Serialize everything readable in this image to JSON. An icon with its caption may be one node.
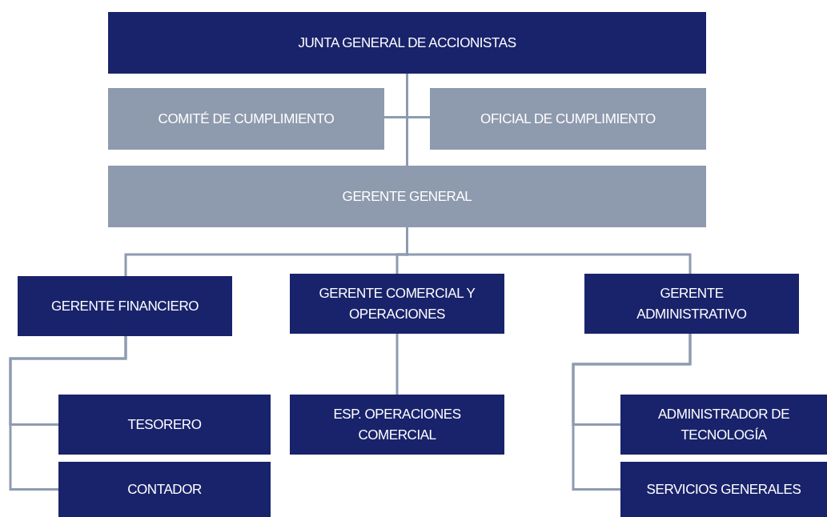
{
  "diagram": {
    "nodes": [
      {
        "text": [
          "JUNTA GENERAL DE ACCIONISTAS"
        ]
      },
      {
        "text": [
          "COMITÉ DE CUMPLIMIENTO"
        ]
      },
      {
        "text": [
          "OFICIAL DE CUMPLIMIENTO"
        ]
      },
      {
        "text": [
          "GERENTE GENERAL"
        ]
      },
      {
        "text": [
          "GERENTE FINANCIERO"
        ]
      },
      {
        "text": [
          "GERENTE COMERCIAL Y OPERACIONES"
        ]
      },
      {
        "text": [
          "GERENTE ADMINISTRATIVO"
        ]
      },
      {
        "text": [
          "TESORERO"
        ]
      },
      {
        "text": [
          "CONTADOR"
        ]
      },
      {
        "text": [
          "ESP. OPERACIONES COMERCIAL"
        ]
      },
      {
        "text": [
          "ADMINISTRADOR DE TECNOLOGÍA"
        ]
      },
      {
        "text": [
          "SERVICIOS GENERALES"
        ]
      }
    ],
    "edges": [
      {
        "from": 0,
        "to": 3,
        "arrow": "none"
      },
      {
        "from": 0,
        "to": 1,
        "arrow": "none"
      },
      {
        "from": 0,
        "to": 2,
        "arrow": "none"
      },
      {
        "from": 3,
        "to": 4,
        "arrow": "none"
      },
      {
        "from": 3,
        "to": 5,
        "arrow": "none"
      },
      {
        "from": 3,
        "to": 6,
        "arrow": "none"
      },
      {
        "from": 4,
        "to": 7,
        "arrow": "none"
      },
      {
        "from": 4,
        "to": 8,
        "arrow": "none"
      },
      {
        "from": 5,
        "to": 9,
        "arrow": "none"
      },
      {
        "from": 6,
        "to": 10,
        "arrow": "none"
      },
      {
        "from": 6,
        "to": 11,
        "arrow": "none"
      }
    ]
  }
}
